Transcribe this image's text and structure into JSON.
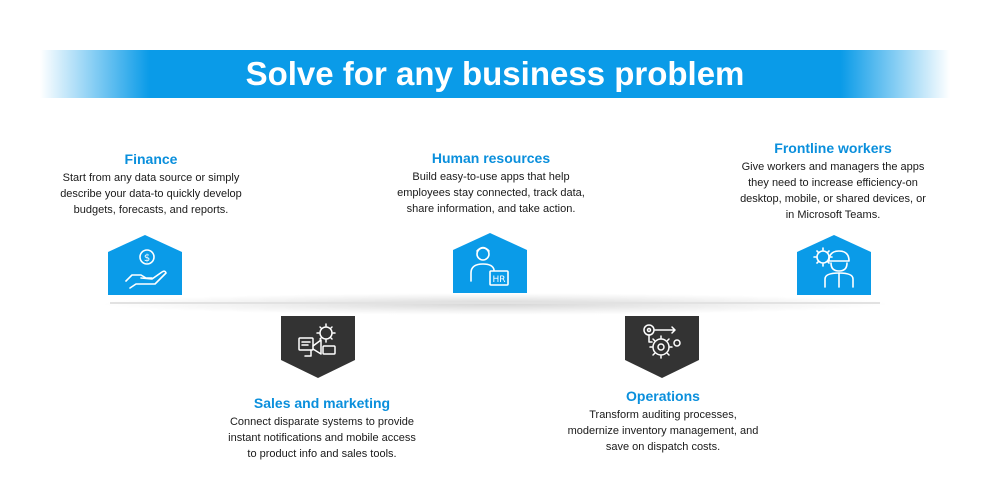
{
  "title": "Solve for any business problem",
  "items": [
    {
      "title": "Finance",
      "lines": [
        "Start from any data source or simply",
        "describe your data-to quickly develop",
        "budgets, forecasts, and reports."
      ],
      "icon": "hand-dollar-icon"
    },
    {
      "title": "Human resources",
      "lines": [
        "Build easy-to-use apps that help",
        "employees stay connected, track data,",
        "share information, and take action."
      ],
      "icon": "hr-person-icon",
      "badge": "HR"
    },
    {
      "title": "Frontline workers",
      "lines": [
        "Give workers and managers the apps",
        "they need to increase efficiency-on",
        "desktop, mobile, or shared devices, or",
        "in Microsoft Teams."
      ],
      "icon": "worker-gear-icon"
    },
    {
      "title": "Sales and marketing",
      "lines": [
        "Connect disparate systems to provide",
        "instant notifications and mobile access",
        "to product info and sales tools."
      ],
      "icon": "megaphone-gear-icon"
    },
    {
      "title": "Operations",
      "lines": [
        "Transform auditing processes,",
        "modernize inventory management, and",
        "save on dispatch costs."
      ],
      "icon": "gear-process-icon"
    }
  ],
  "colors": {
    "accent": "#0a9be8",
    "dark": "#333333"
  }
}
